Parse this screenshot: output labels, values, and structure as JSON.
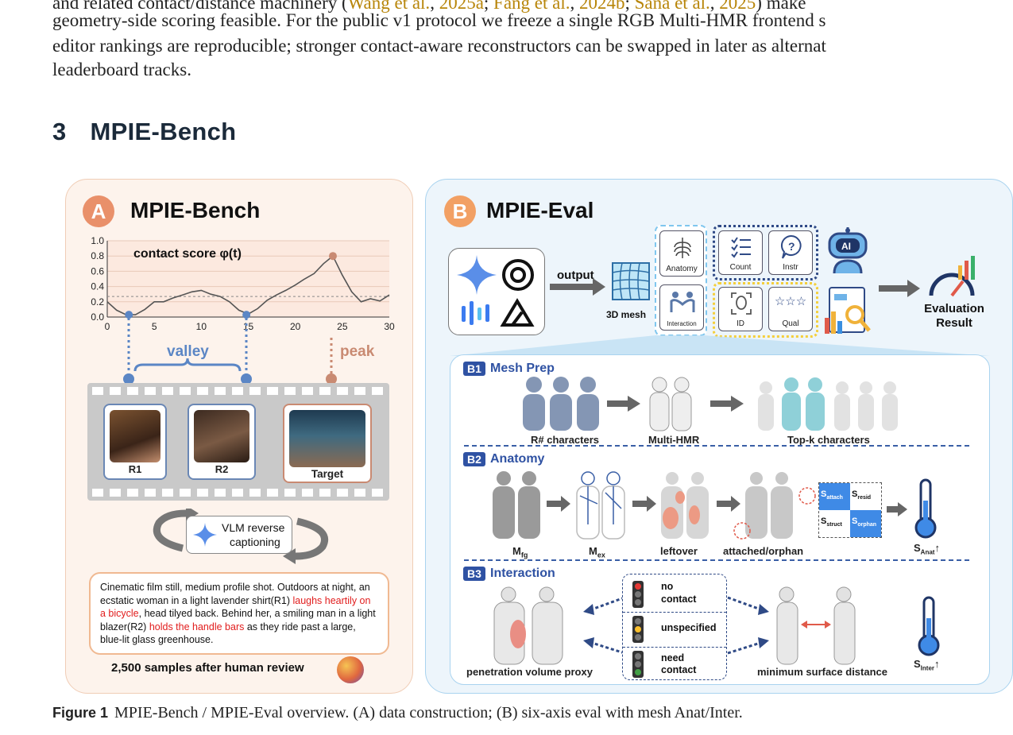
{
  "paragraph": {
    "line1": "and related contact/distance machinery (Wang et al., 2025a; Fang et al., 2024b; Sana et al., 2025) make",
    "line1_parts": [
      "and related contact/distance machinery (",
      "Wang et al.",
      ", ",
      "2025a",
      "; ",
      "Fang et al.",
      ", ",
      "2024b",
      "; ",
      "Sana et al.",
      ", ",
      "2025",
      ") make"
    ],
    "line2": "geometry-side scoring feasible. For the public v1 protocol we freeze a single RGB Multi-HMR frontend s",
    "line3": "editor rankings are reproducible; stronger contact-aware reconstructors can be swapped in later as alternat",
    "line4": "leaderboard tracks."
  },
  "section": {
    "number": "3",
    "title": "MPIE-Bench"
  },
  "panel_a": {
    "badge": "A",
    "title": "MPIE-Bench",
    "chart_title": "contact score φ(t)",
    "valley_label": "valley",
    "peak_label": "peak",
    "frames": [
      "R1",
      "R2",
      "Target"
    ],
    "vlm_label_line1": "VLM reverse",
    "vlm_label_line2": "captioning",
    "caption": {
      "part1": "Cinematic film still, medium profile shot. Outdoors at night, an ecstatic woman in a light lavender shirt(R1) ",
      "hl1": "laughs heartily on a bicycle",
      "part2": ", head tilyed back. Behind her, a smiling man in a light blazer(R2) ",
      "hl2": "holds the handle bars",
      "part3": " as they ride past a large, blue-lit glass greenhouse."
    },
    "samples_note": "2,500 samples after human review"
  },
  "chart_data": {
    "type": "line",
    "title": "contact score φ(t)",
    "xlabel": "",
    "ylabel": "",
    "xlim": [
      0,
      30
    ],
    "ylim": [
      0.0,
      1.0
    ],
    "xticks": [
      "0",
      "5",
      "10",
      "15",
      "20",
      "25",
      "30"
    ],
    "yticks": [
      "0.0",
      "0.2",
      "0.4",
      "0.6",
      "0.8",
      "1.0"
    ],
    "threshold": 0.27,
    "x": [
      0,
      1,
      2,
      3,
      4,
      5,
      6,
      7,
      8,
      9,
      10,
      11,
      12,
      13,
      14,
      15,
      16,
      17,
      18,
      19,
      20,
      21,
      22,
      23,
      24,
      25,
      26,
      27,
      28,
      29,
      30
    ],
    "values": [
      0.2,
      0.09,
      0.03,
      0.03,
      0.1,
      0.2,
      0.2,
      0.25,
      0.29,
      0.33,
      0.35,
      0.3,
      0.27,
      0.2,
      0.09,
      0.04,
      0.11,
      0.22,
      0.29,
      0.35,
      0.42,
      0.5,
      0.57,
      0.7,
      0.8,
      0.55,
      0.33,
      0.2,
      0.24,
      0.21,
      0.29
    ],
    "markers": [
      {
        "x": 2.3,
        "y": 0.03,
        "kind": "valley"
      },
      {
        "x": 14.8,
        "y": 0.03,
        "kind": "valley"
      },
      {
        "x": 24,
        "y": 0.8,
        "kind": "peak"
      }
    ],
    "colors": {
      "line": "#555555",
      "valley": "#5b86c5",
      "peak": "#c98a72"
    }
  },
  "panel_b": {
    "badge": "B",
    "title": "MPIE-Eval",
    "output_label": "output",
    "mesh_label": "3D mesh",
    "axes": [
      "Anatomy",
      "Interaction",
      "Count",
      "Instr",
      "ID",
      "Qual"
    ],
    "ai_label": "AI",
    "result_line1": "Evaluation",
    "result_line2": "Result",
    "b1": {
      "tag": "B1",
      "title": "Mesh Prep",
      "labels": [
        "R# characters",
        "Multi-HMR",
        "Top-k characters"
      ]
    },
    "b2": {
      "tag": "B2",
      "title": "Anatomy",
      "labels": [
        "M",
        "fg",
        "M",
        "ex",
        "leftover",
        "attached/orphan"
      ],
      "matrix": [
        "S",
        "attach",
        "S",
        "resid",
        "S",
        "struct",
        "S",
        "orphan"
      ],
      "score": [
        "S",
        "Anat",
        "↑"
      ]
    },
    "b3": {
      "tag": "B3",
      "title": "Interaction",
      "left_label": "penetration volume proxy",
      "right_label": "minimum surface distance",
      "contact_states": [
        {
          "line1": "no",
          "line2": "contact"
        },
        {
          "line1": "unspecified",
          "line2": ""
        },
        {
          "line1": "need",
          "line2": "contact"
        }
      ],
      "score": [
        "S",
        "Inter",
        "↑"
      ]
    }
  },
  "figure_caption": {
    "label": "Figure 1",
    "text": "MPIE-Bench / MPIE-Eval overview. (A) data construction; (B) six-axis eval with mesh Anat/Inter."
  },
  "colors": {
    "panel_a_bg": "#fdf3ec",
    "panel_b_bg": "#edf5fb",
    "badge_a": "#e9906a",
    "badge_b": "#f2a064",
    "accent_blue": "#2f52a3",
    "highlight_red": "#e11d1d",
    "citation": "#b8860b"
  }
}
